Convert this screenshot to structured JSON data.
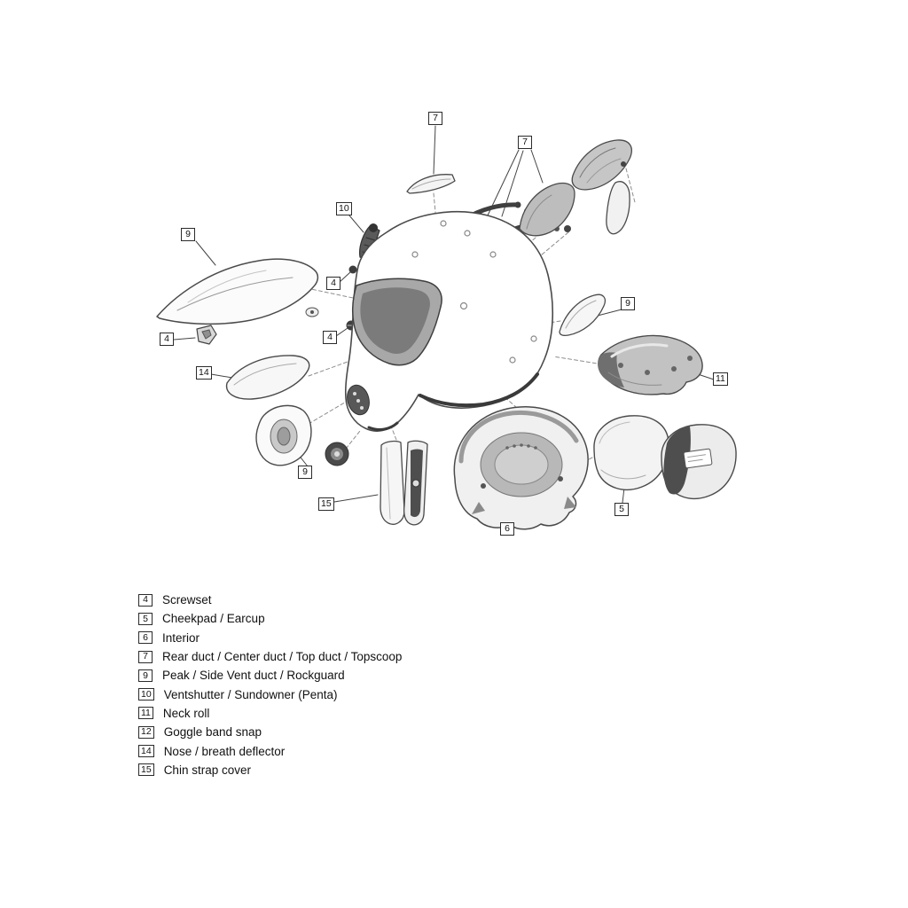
{
  "colors": {
    "background": "#ffffff",
    "outline": "#4a4a4a",
    "part_gray": "#c2c2c2",
    "dark_part": "#4e4e4e",
    "text": "#111111"
  },
  "diagram": {
    "callouts": [
      {
        "num": "7"
      },
      {
        "num": "7"
      },
      {
        "num": "10"
      },
      {
        "num": "9"
      },
      {
        "num": "4"
      },
      {
        "num": "4"
      },
      {
        "num": "4"
      },
      {
        "num": "14"
      },
      {
        "num": "9"
      },
      {
        "num": "11"
      },
      {
        "num": "9"
      },
      {
        "num": "15"
      },
      {
        "num": "6"
      },
      {
        "num": "5"
      }
    ]
  },
  "legend": {
    "items": [
      {
        "num": "4",
        "label": "Screwset"
      },
      {
        "num": "5",
        "label": "Cheekpad / Earcup"
      },
      {
        "num": "6",
        "label": "Interior"
      },
      {
        "num": "7",
        "label": "Rear duct / Center duct / Top duct / Topscoop"
      },
      {
        "num": "9",
        "label": "Peak / Side Vent duct / Rockguard"
      },
      {
        "num": "10",
        "label": "Ventshutter / Sundowner (Penta)"
      },
      {
        "num": "11",
        "label": "Neck roll"
      },
      {
        "num": "12",
        "label": "Goggle band snap"
      },
      {
        "num": "14",
        "label": "Nose / breath deflector"
      },
      {
        "num": "15",
        "label": "Chin strap cover"
      }
    ]
  }
}
